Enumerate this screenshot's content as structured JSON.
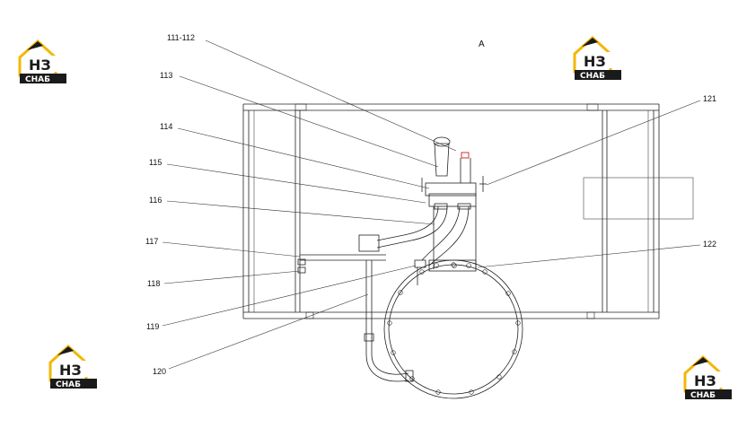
{
  "view_label": "A",
  "logo": {
    "mark": "НЗ",
    "word": "СНАБ",
    "accent": "#f2b705",
    "dark": "#1a1a1a"
  },
  "callouts": [
    {
      "id": "c111",
      "text": "111-112"
    },
    {
      "id": "c113",
      "text": "113"
    },
    {
      "id": "c114",
      "text": "114"
    },
    {
      "id": "c115",
      "text": "115"
    },
    {
      "id": "c116",
      "text": "116"
    },
    {
      "id": "c117",
      "text": "117"
    },
    {
      "id": "c118",
      "text": "118"
    },
    {
      "id": "c119",
      "text": "119"
    },
    {
      "id": "c120",
      "text": "120"
    },
    {
      "id": "c121",
      "text": "121"
    },
    {
      "id": "c122",
      "text": "122"
    }
  ]
}
